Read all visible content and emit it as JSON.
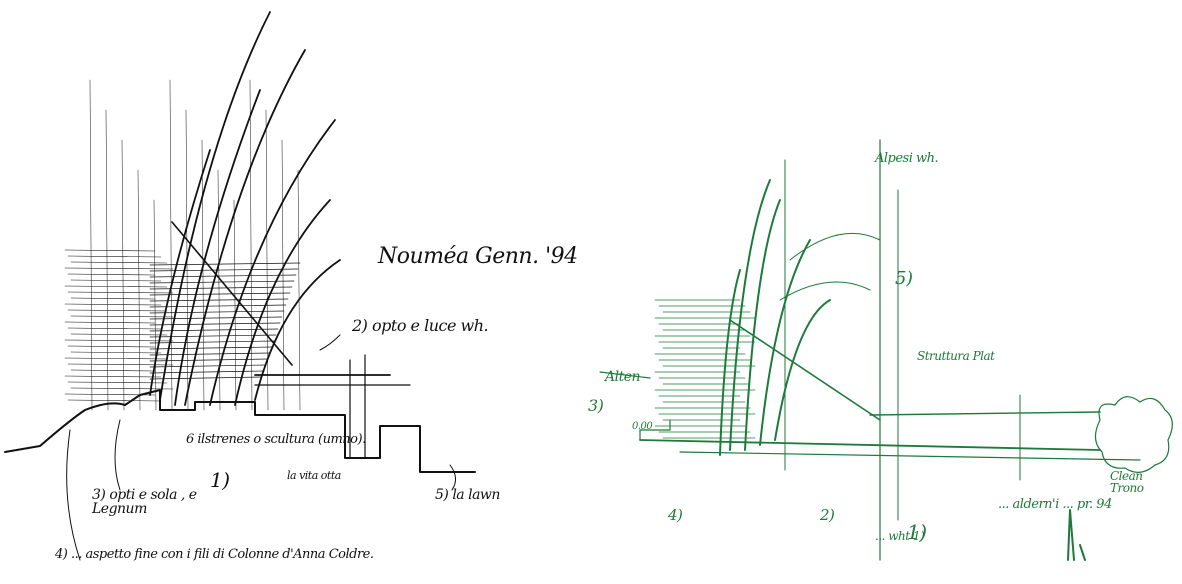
{
  "colors": {
    "left_ink": "#111111",
    "right_ink": "#1e7a3a",
    "paper": "#ffffff"
  },
  "left_sketch": {
    "signature": "Nouméa Genn. '94",
    "note_2": "2) opto e luce wh.",
    "note_1": "6 ilstrenes o scultura (umno).",
    "note_1_num": "1)",
    "note_3": "3) opti e sola , e Legnum",
    "note_4": "4) ... aspetto fine con i fili di Colonne d'Anna Coldre.",
    "note_5": "5) la lawn",
    "note_mid": "la vita otta"
  },
  "right_sketch": {
    "label_top": "Alpesi wh.",
    "label_5": "5)",
    "label_3": "3)",
    "label_left": "Alten",
    "label_000": "0.00",
    "label_4": "4)",
    "label_2": "2)",
    "label_1": "1)",
    "label_right": "... aldern'i ... pr. 94",
    "label_tree": "Clean Trono",
    "label_structure": "Struttura Plat",
    "label_bottom": "... wht 1)"
  }
}
